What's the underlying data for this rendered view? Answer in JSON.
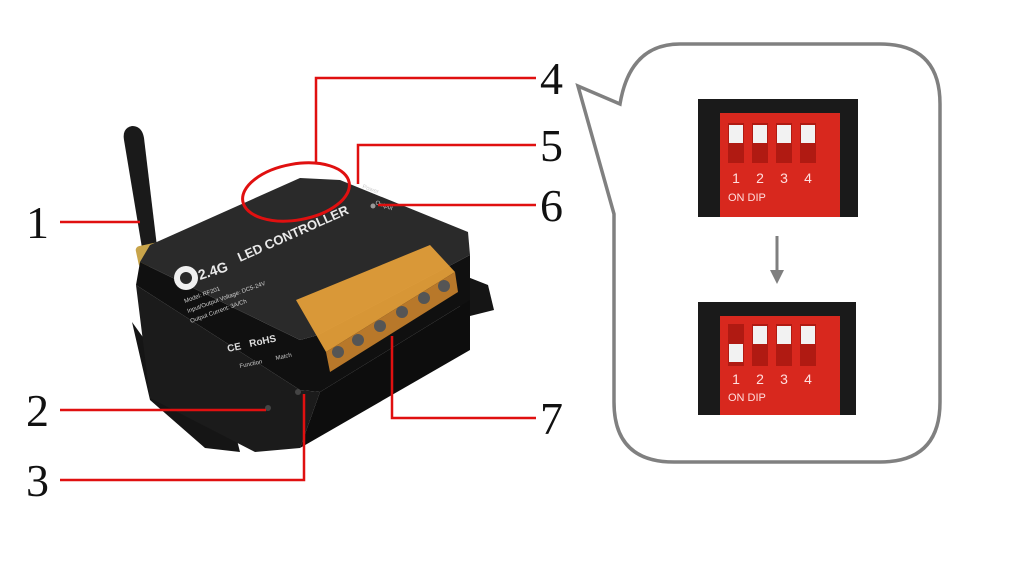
{
  "callouts": {
    "c1": "1",
    "c2": "2",
    "c3": "3",
    "c4": "4",
    "c5": "5",
    "c6": "6",
    "c7": "7"
  },
  "device": {
    "brand_logo": "2.4G",
    "title": "LED CONTROLLER",
    "spec_model": "Model: RF201",
    "spec_voltage": "Input/Output Voltage: DC5-24V",
    "spec_current": "Output Current: 3A/Ch",
    "ce_mark": "CE",
    "rohs_mark": "RoHS",
    "function_label": "Function",
    "match_label": "Match",
    "power_label": "Power",
    "output_label": "Output"
  },
  "dip_switch_before": {
    "numbers": [
      "1",
      "2",
      "3",
      "4"
    ],
    "bottom_text": "ON   DIP"
  },
  "dip_switch_after": {
    "numbers": [
      "1",
      "2",
      "3",
      "4"
    ],
    "bottom_text": "ON   DIP"
  },
  "colors": {
    "leader_line": "#e01010",
    "device_body": "#1c1c1c",
    "dip_red": "#d8281e",
    "bubble_border": "#808080",
    "arrow": "#7f7f7f"
  }
}
